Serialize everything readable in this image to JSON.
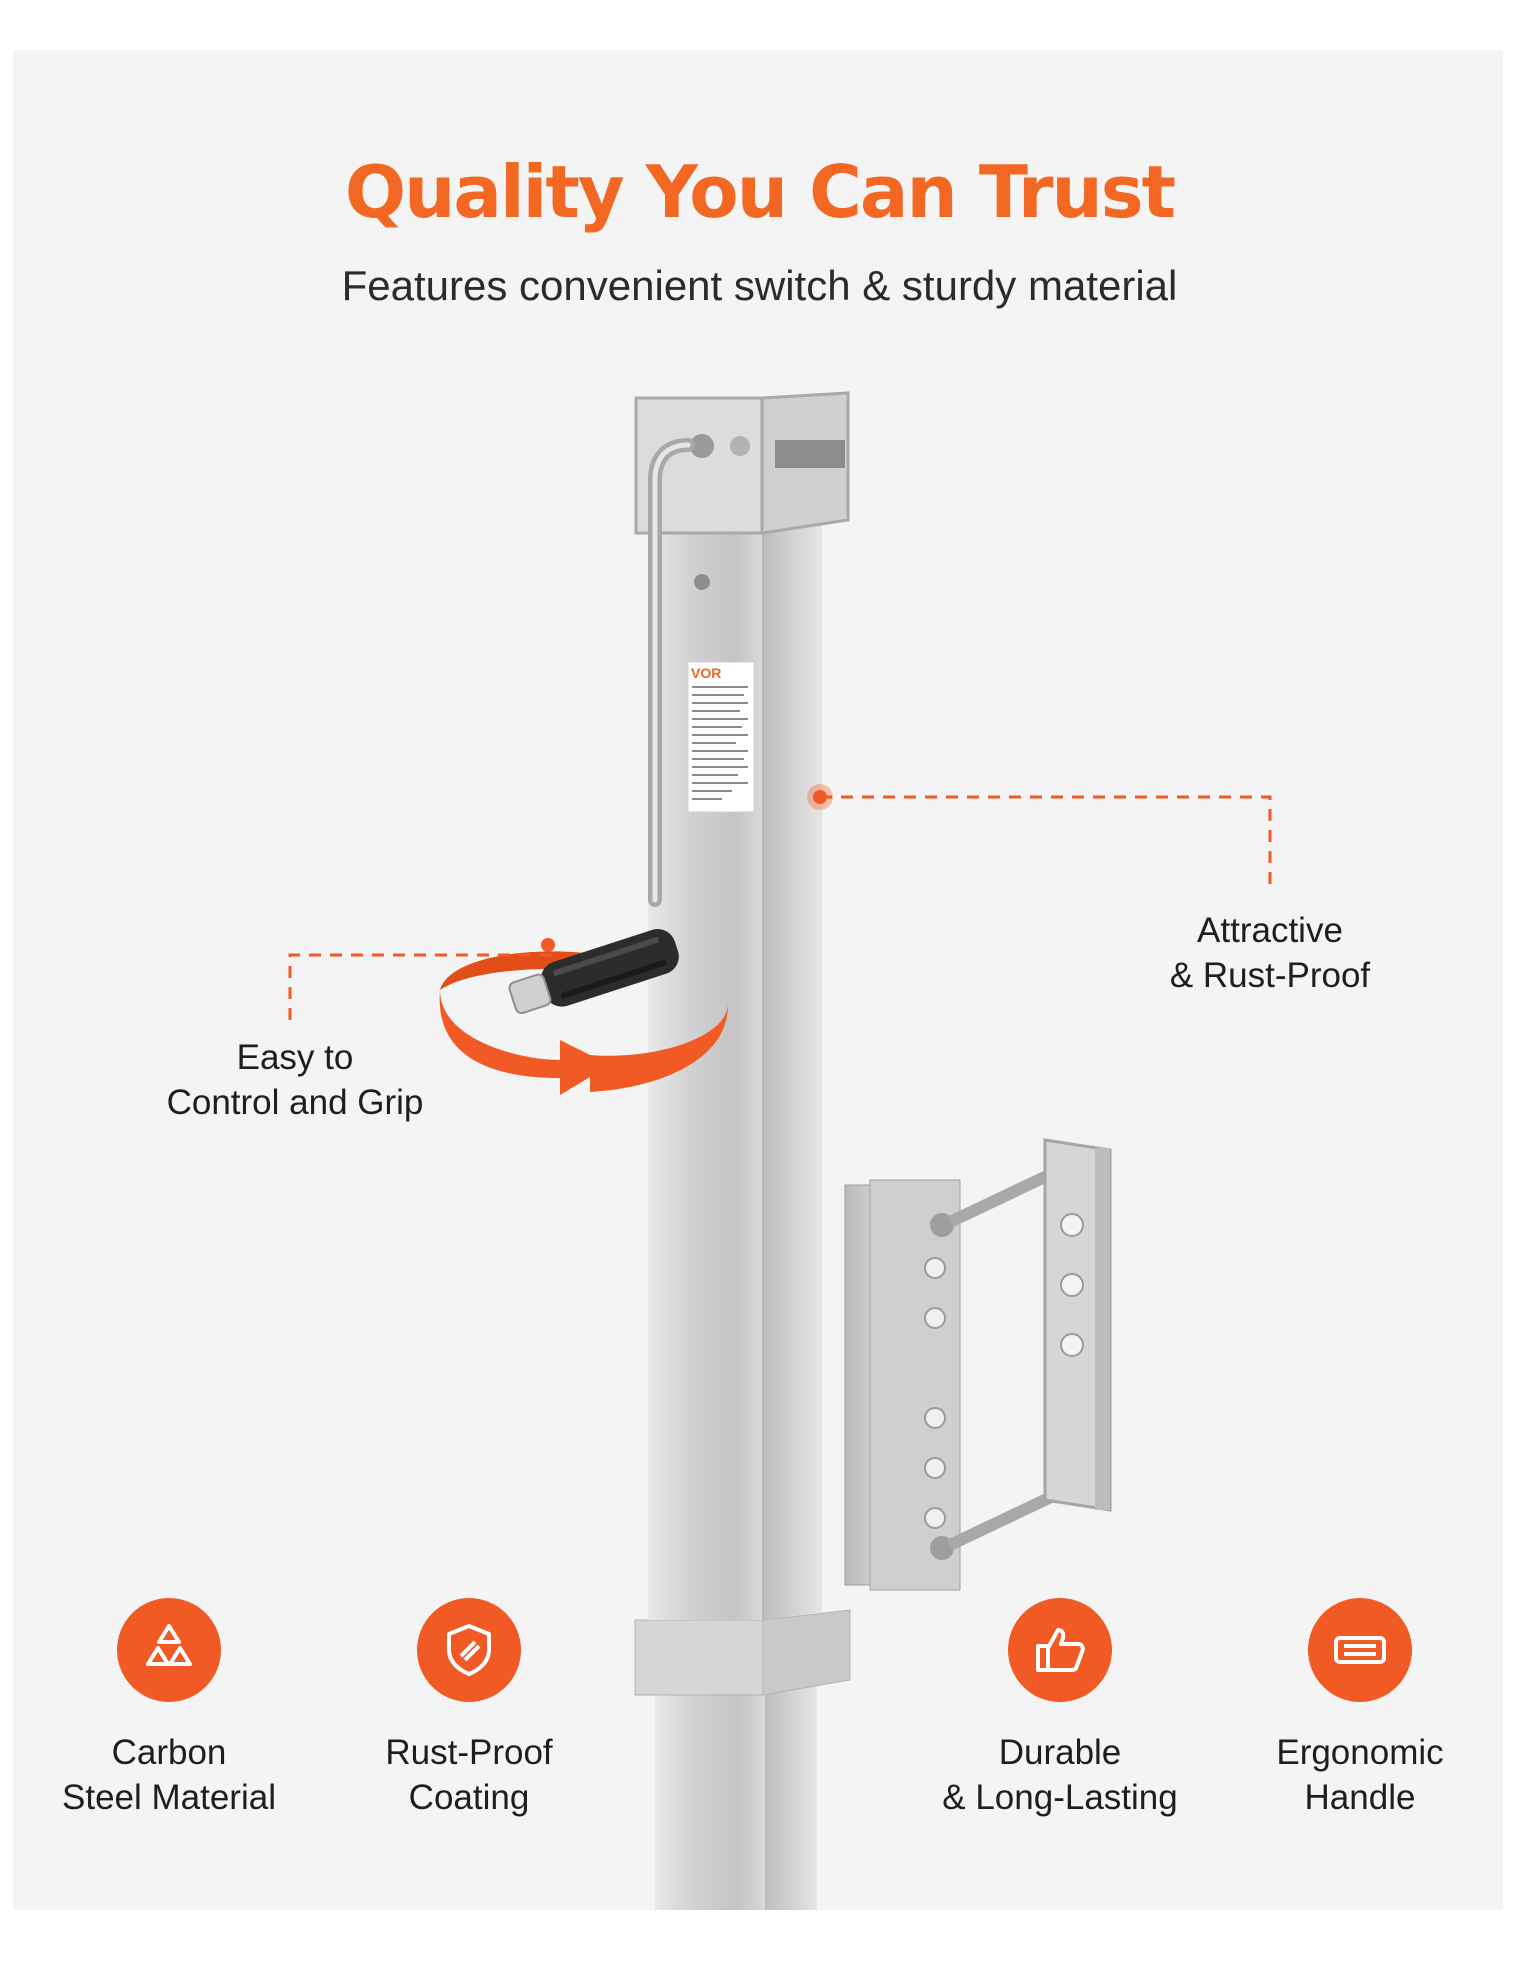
{
  "header": {
    "title": "Quality You Can Trust",
    "subtitle": "Features convenient switch & sturdy material"
  },
  "callouts": [
    {
      "lines": [
        "Easy to",
        "Control and Grip"
      ]
    },
    {
      "lines": [
        "Attractive",
        "& Rust-Proof"
      ]
    }
  ],
  "product_label": {
    "brand": "VOR"
  },
  "features": [
    {
      "icon": "blocks-icon",
      "lines": [
        "Carbon",
        "Steel Material"
      ]
    },
    {
      "icon": "shield-icon",
      "lines": [
        "Rust-Proof",
        "Coating"
      ]
    },
    {
      "icon": "thumbs-up-icon",
      "lines": [
        "Durable",
        "& Long-Lasting"
      ]
    },
    {
      "icon": "handle-icon",
      "lines": [
        "Ergonomic",
        "Handle"
      ]
    }
  ],
  "colors": {
    "accent": "#f15a24",
    "title": "#f26722",
    "panel_background": "#f4f4f4",
    "text": "#1e1e1e"
  }
}
